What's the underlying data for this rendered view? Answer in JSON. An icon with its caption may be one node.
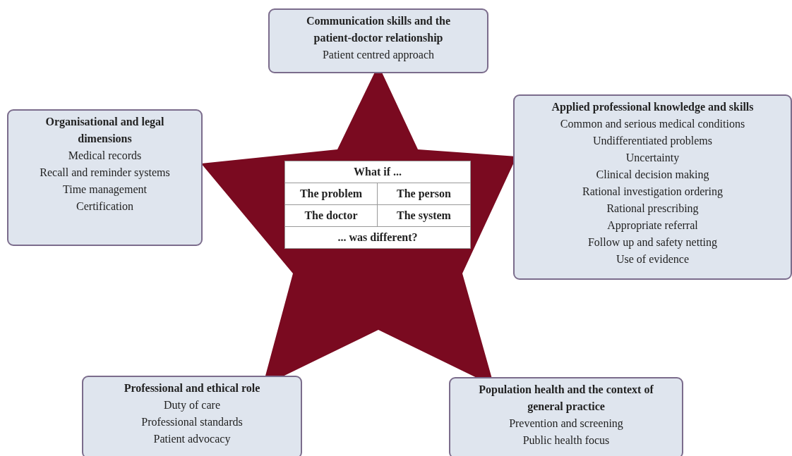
{
  "diagram": {
    "nodes": [
      {
        "text": [
          "Communication skills and the patient-doctor relationship",
          "Patient centred approach"
        ]
      },
      {
        "text": [
          "Organisational and legal dimensions",
          "Medical records",
          "Recall and reminder systems",
          "Time management",
          "Certification"
        ]
      },
      {
        "text": [
          "Applied professional knowledge and skills",
          "Common and serious medical conditions",
          "Undifferentiated problems",
          "Uncertainty",
          "Clinical decision making",
          "Rational investigation ordering",
          "Rational prescribing",
          "Appropriate referral",
          "Follow up and safety netting",
          "Use of evidence"
        ]
      },
      {
        "text": [
          "Professional and ethical role",
          "Duty of care",
          "Professional standards",
          "Patient advocacy"
        ]
      },
      {
        "text": [
          "Population health and the context of general practice",
          "Prevention and screening",
          "Public health focus"
        ]
      },
      {
        "text": [],
        "shape": "star"
      },
      {
        "text": [
          "What if ...",
          "The problem",
          "The person",
          "The doctor",
          "The system",
          "... was different?"
        ],
        "in": 5
      }
    ]
  }
}
